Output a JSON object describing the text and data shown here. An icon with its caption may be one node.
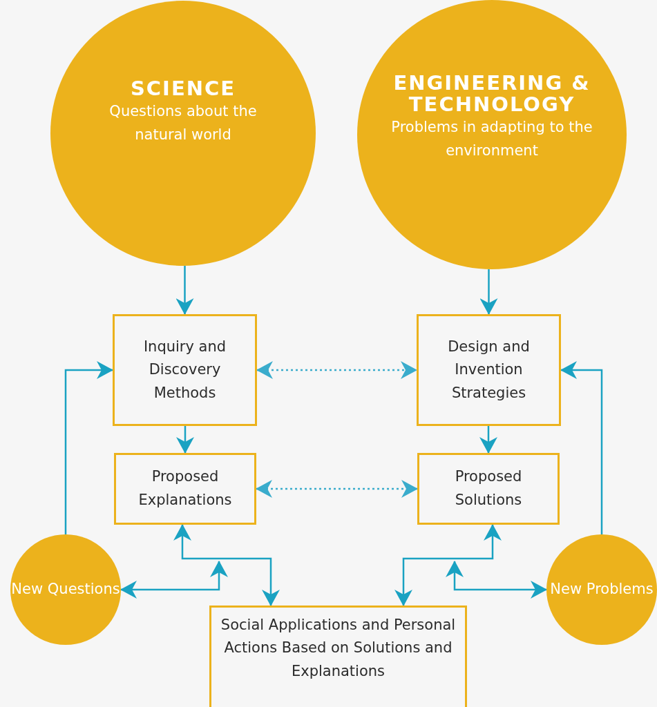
{
  "diagram": {
    "nodes": [
      {
        "text": [
          "SCIENCE",
          "Questions about the natural world"
        ]
      },
      {
        "text": [
          "ENGINEERING & TECHNOLOGY",
          "Problems in adapting to the environment"
        ]
      },
      {
        "text": [
          "Inquiry and Discovery Methods"
        ]
      },
      {
        "text": [
          "Design and Invention Strategies"
        ]
      },
      {
        "text": [
          "Proposed Explanations"
        ]
      },
      {
        "text": [
          "Proposed Solutions"
        ]
      },
      {
        "text": [
          "New Questions"
        ]
      },
      {
        "text": [
          "New Problems"
        ]
      },
      {
        "text": [
          "Social Applications and Personal Actions Based on Solutions and Explanations"
        ]
      }
    ],
    "edges": [
      {
        "from": 0,
        "to": 2,
        "arrow": "to"
      },
      {
        "from": 1,
        "to": 3,
        "arrow": "to"
      },
      {
        "from": 2,
        "to": 3,
        "arrow": "both",
        "style": "dashed"
      },
      {
        "from": 2,
        "to": 4,
        "arrow": "to"
      },
      {
        "from": 3,
        "to": 5,
        "arrow": "to"
      },
      {
        "from": 4,
        "to": 5,
        "arrow": "both",
        "style": "dashed"
      },
      {
        "from": 6,
        "to": 2,
        "arrow": "to"
      },
      {
        "from": 7,
        "to": 3,
        "arrow": "to"
      },
      {
        "from": 4,
        "to": 8,
        "arrow": "both"
      },
      {
        "from": null,
        "to": 6,
        "arrow": "both"
      },
      {
        "from": 5,
        "to": 8,
        "arrow": "both"
      },
      {
        "from": null,
        "to": 7,
        "arrow": "both"
      }
    ]
  }
}
